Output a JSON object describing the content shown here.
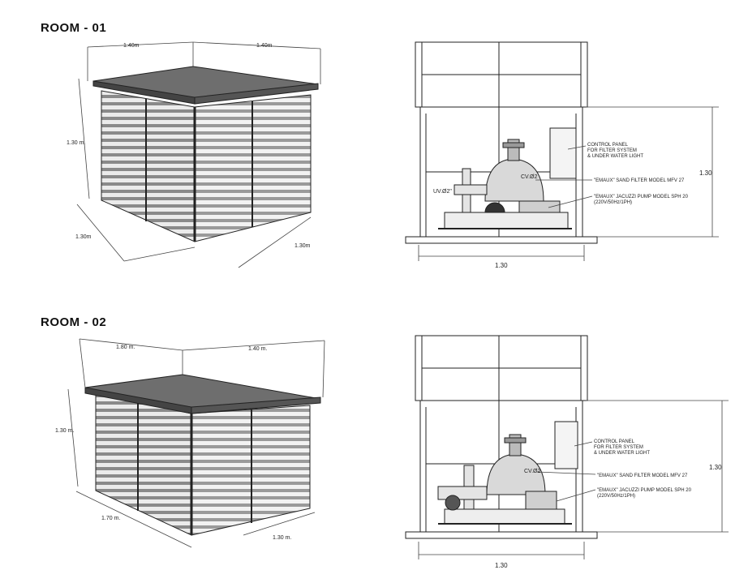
{
  "rooms": [
    {
      "title": "ROOM - 01",
      "iso": {
        "top_left": "1.40m",
        "top_right": "1.40m",
        "height": "1.30 m.",
        "bottom_left": "1.30m",
        "bottom_right": "1.30m"
      },
      "elevation": {
        "width": "1.30",
        "height": "1.30",
        "control_panel": [
          "CONTROL PANEL",
          "FOR FILTER SYSTEM",
          "& UNDER WATER LIGHT"
        ],
        "sand_filter": "\"EMAUX\" SAND FILTER MODEL MFV 27",
        "pump": [
          "\"EMAUX\" JACUZZI PUMP MODEL SPH 20",
          "(220V/50Hz/1PH)"
        ],
        "uv": "UV.Ø2\"",
        "cv": "CV.Ø2"
      }
    },
    {
      "title": "ROOM - 02",
      "iso": {
        "top_left": "1.80 m.",
        "top_right": "1.40 m.",
        "height": "1.30 m.",
        "bottom_left": "1.70 m.",
        "bottom_right": "1.30 m."
      },
      "elevation": {
        "width": "1.30",
        "height": "1.30",
        "control_panel": [
          "CONTROL PANEL",
          "FOR FILTER SYSTEM",
          "& UNDER WATER LIGHT"
        ],
        "sand_filter": "\"EMAUX\" SAND FILTER MODEL MFV 27",
        "pump": [
          "\"EMAUX\" JACUZZI PUMP MODEL SPH 20",
          "(220V/50Hz/1PH)"
        ],
        "cv": "CV.Ø2"
      }
    }
  ]
}
